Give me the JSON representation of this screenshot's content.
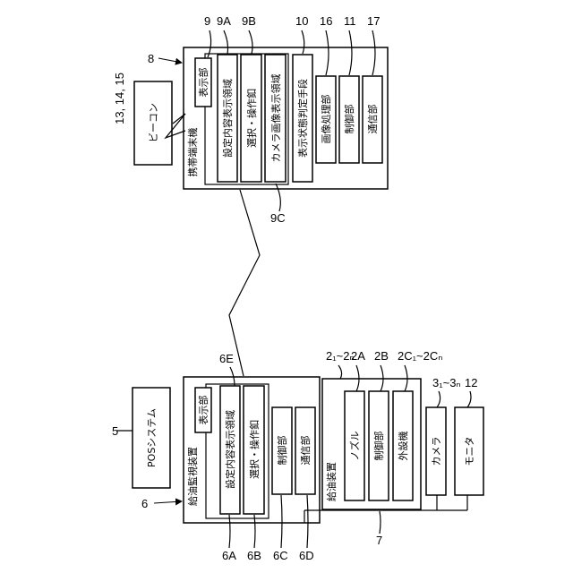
{
  "beacon": {
    "ref": "13, 14, 15",
    "label": "ビーコン"
  },
  "mobile": {
    "ref": "8",
    "title": "携帯端末機",
    "display_ref": "9",
    "display_label": "表示部",
    "setting_ref": "9A",
    "setting_label": "設定内容表示領域",
    "select_ref": "9B",
    "select_label": "選択・操作釦",
    "camera_area_ref": "9C",
    "camera_area_label": "カメラ画像表示領域",
    "judge_ref": "10",
    "judge_label": "表示状態判定手段",
    "image_ref": "16",
    "image_label": "画像処理部",
    "control_ref": "11",
    "control_label": "制御部",
    "comm_ref": "17",
    "comm_label": "通信部"
  },
  "pos": {
    "ref": "5",
    "label": "POSシステム"
  },
  "monitor_device": {
    "ref": "6",
    "title": "給油監視装置",
    "display_ref": "6E",
    "display_label": "表示部",
    "setting_ref": "6A",
    "setting_label": "設定内容表示領域",
    "select_ref": "6B",
    "select_label": "選択・操作釦",
    "control_ref": "6C",
    "control_label": "制御部",
    "comm_ref": "6D",
    "comm_label": "通信部"
  },
  "dispenser": {
    "ref": "2₁~2ₙ",
    "title": "給油装置",
    "nozzle_ref": "2A",
    "nozzle_label": "ノズル",
    "control_ref": "2B",
    "control_label": "制御部",
    "external_ref": "2C₁~2Cₙ",
    "external_label": "外設機"
  },
  "camera": {
    "ref": "3₁~3ₙ",
    "label": "カメラ"
  },
  "monitor": {
    "ref": "12",
    "label": "モニタ"
  },
  "network": {
    "ref": "7"
  }
}
